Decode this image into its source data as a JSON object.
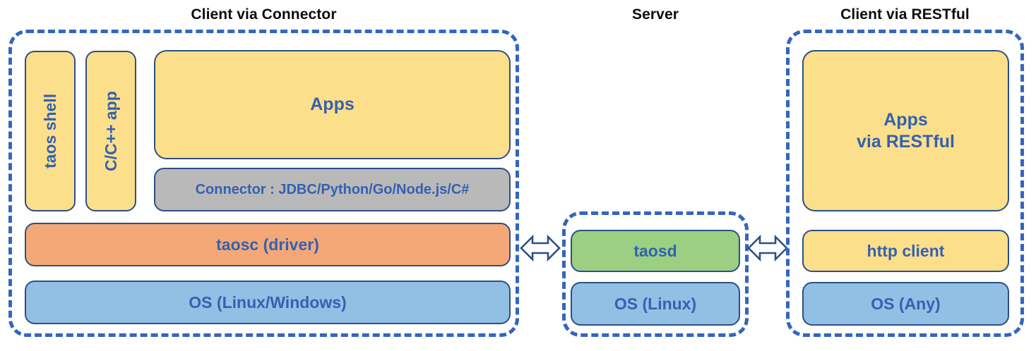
{
  "diagram": {
    "title_color": "#0d0d0d",
    "group_border_color": "#3465c0",
    "block_border_color": "#2e4f86",
    "block_text_color": "#3461b0",
    "palette": {
      "yellow": "#fcdf8a",
      "orange": "#f4a878",
      "blue": "#92bfe4",
      "green": "#9bcf82",
      "gray": "#b9b9b9"
    }
  },
  "sections": {
    "client_connector": {
      "title": "Client via Connector",
      "blocks": {
        "taos_shell": "taos shell",
        "c_cpp_app": "C/C++ app",
        "apps": "Apps",
        "connector": "Connector : JDBC/Python/Go/Node.js/C#",
        "taosc": "taosc (driver)",
        "os": "OS (Linux/Windows)"
      }
    },
    "server": {
      "title": "Server",
      "blocks": {
        "taosd": "taosd",
        "os": "OS (Linux)"
      }
    },
    "client_restful": {
      "title": "Client via RESTful",
      "blocks": {
        "apps_line1": "Apps",
        "apps_line2": "via RESTful",
        "http_client": "http client",
        "os": "OS (Any)"
      }
    }
  },
  "connectors": {
    "left_arrow": "double-headed-arrow",
    "right_arrow": "double-headed-arrow"
  }
}
